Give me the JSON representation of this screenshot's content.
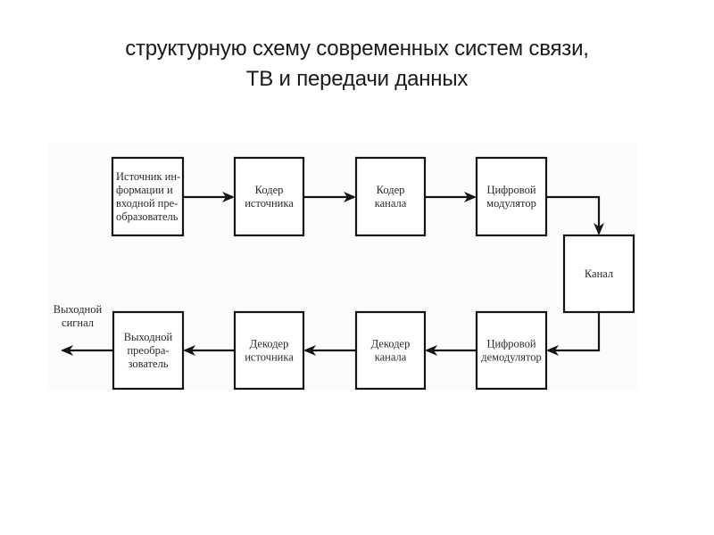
{
  "title": {
    "line1": "структурную схему  современных систем связи,",
    "line2": "ТВ и передачи данных"
  },
  "diagram": {
    "blocks": [
      {
        "id": "source",
        "lines": [
          "Источник ин-",
          "формации и",
          "входной пре-",
          "образователь"
        ]
      },
      {
        "id": "source-coder",
        "lines": [
          "Кодер",
          "источника"
        ]
      },
      {
        "id": "channel-coder",
        "lines": [
          "Кодер",
          "канала"
        ]
      },
      {
        "id": "digital-modulator",
        "lines": [
          "Цифровой",
          "модулятор"
        ]
      },
      {
        "id": "channel",
        "lines": [
          "Канал"
        ]
      },
      {
        "id": "digital-demodulator",
        "lines": [
          "Цифровой",
          "демодулятор"
        ]
      },
      {
        "id": "channel-decoder",
        "lines": [
          "Декодер",
          "канала"
        ]
      },
      {
        "id": "source-decoder",
        "lines": [
          "Декодер",
          "источника"
        ]
      },
      {
        "id": "output-transducer",
        "lines": [
          "Выходной",
          "преобра-",
          "зователь"
        ]
      }
    ],
    "output_label": [
      "Выходной",
      "сигнал"
    ],
    "connections": [
      [
        "source",
        "source-coder"
      ],
      [
        "source-coder",
        "channel-coder"
      ],
      [
        "channel-coder",
        "digital-modulator"
      ],
      [
        "digital-modulator",
        "channel"
      ],
      [
        "channel",
        "digital-demodulator"
      ],
      [
        "digital-demodulator",
        "channel-decoder"
      ],
      [
        "channel-decoder",
        "source-decoder"
      ],
      [
        "source-decoder",
        "output-transducer"
      ],
      [
        "output-transducer",
        "output-signal"
      ]
    ]
  }
}
